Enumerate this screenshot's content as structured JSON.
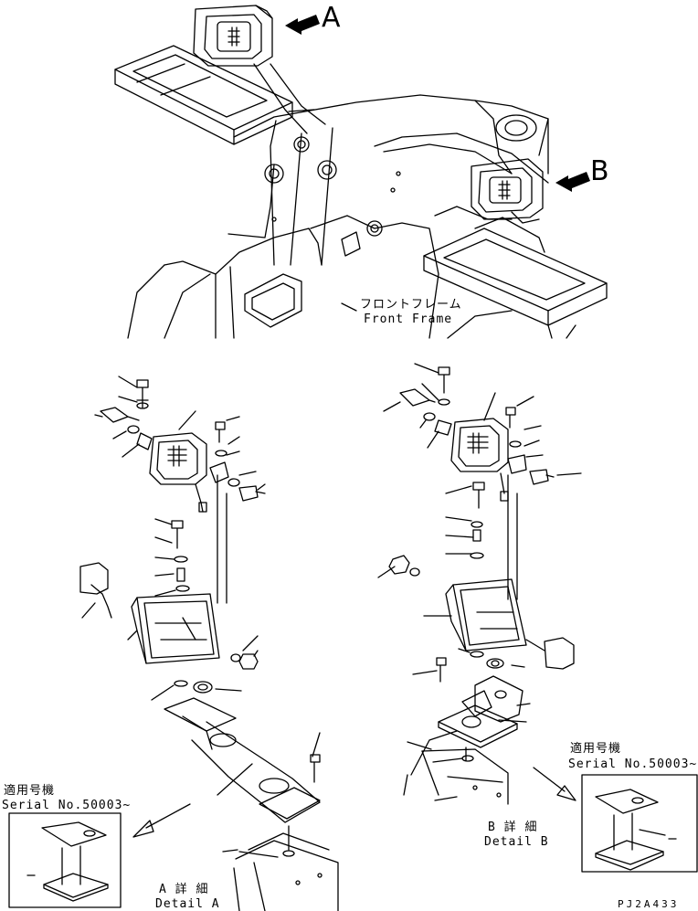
{
  "callouts": {
    "a": "A",
    "b": "B"
  },
  "frame_label": {
    "ja": "フロントフレーム",
    "en": "Front Frame"
  },
  "serial_left": {
    "ja": "適用号機",
    "en": "Serial No.50003~"
  },
  "serial_right": {
    "ja": "適用号機",
    "en": "Serial No.50003~"
  },
  "detail_a": {
    "ja": "A 詳 細",
    "en": "Detail A"
  },
  "detail_b": {
    "ja": "B 詳 細",
    "en": "Detail B"
  },
  "drawing_code": "PJ2A433"
}
